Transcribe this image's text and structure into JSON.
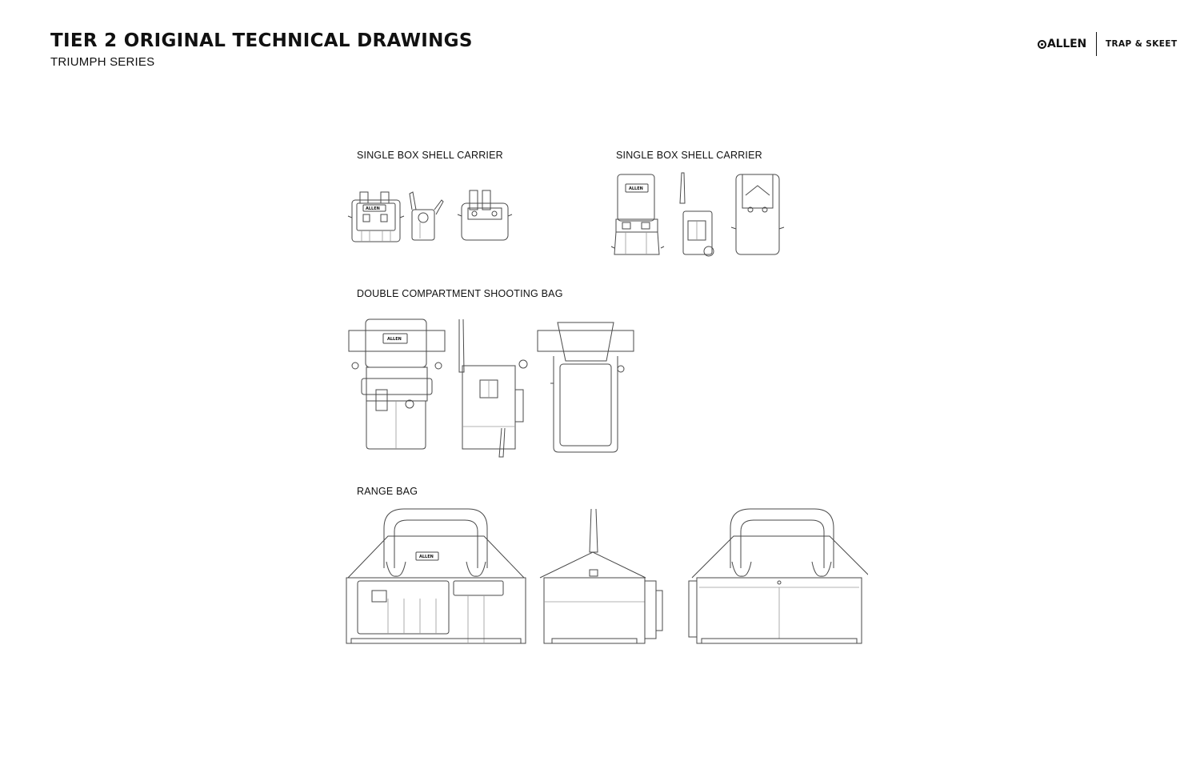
{
  "header": {
    "title": "TIER 2 ORIGINAL TECHNICAL DRAWINGS",
    "subtitle": "TRIUMPH SERIES",
    "brand_logo": "ALLEN",
    "brand_sub": "TRAP & SKEET"
  },
  "sections": [
    {
      "label": "SINGLE BOX SHELL CARRIER",
      "badge": "ALLEN"
    },
    {
      "label": "SINGLE BOX SHELL CARRIER",
      "badge": "ALLEN"
    },
    {
      "label": "DOUBLE COMPARTMENT SHOOTING BAG",
      "badge": "ALLEN"
    },
    {
      "label": "RANGE BAG",
      "badge": "ALLEN"
    }
  ],
  "colors": {
    "ink": "#111111",
    "line": "#4a4a4a",
    "background": "#ffffff"
  },
  "icons": [
    "allen-logo-icon"
  ]
}
